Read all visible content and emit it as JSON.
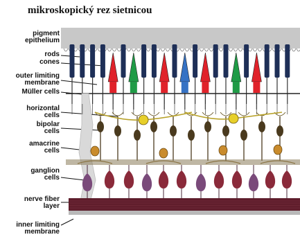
{
  "title": "mikroskopický rez sietnicou",
  "labels": [
    "pigment\nepithelium",
    "rods",
    "cones",
    "outer limiting\nmembrane",
    "Müller cells",
    "horizontal\ncells",
    "bipolar\ncells",
    "amacrine\ncells",
    "ganglion\ncells",
    "nerve fiber\nlayer",
    "inner limiting\nmembrane"
  ],
  "colors": {
    "rod": "#1e2f57",
    "cone_red": "#e0222a",
    "cone_green": "#1f9b46",
    "cone_blue": "#3572c4",
    "epithelium": "#c8c8c8",
    "bipolar": "#4a3a1e",
    "horizontal": "#e7cf2a",
    "amacrine": "#c98b2c",
    "ganglion": "#6a3a5a",
    "nerve_fiber": "#5a1a28",
    "muller": "#d9d9d9"
  }
}
